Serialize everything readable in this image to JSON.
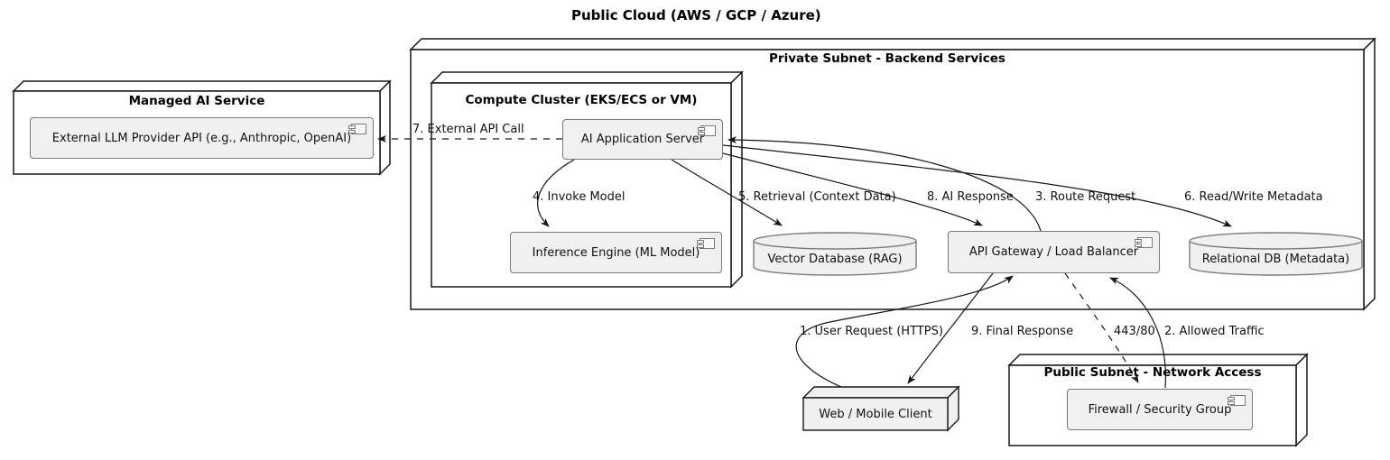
{
  "diagram": {
    "title": "Public Cloud (AWS / GCP / Azure)",
    "containers": {
      "private_subnet": {
        "title": "Private Subnet - Backend Services"
      },
      "managed_ai": {
        "title": "Managed AI Service"
      },
      "compute_cluster": {
        "title": "Compute Cluster (EKS/ECS or VM)"
      },
      "public_subnet": {
        "title": "Public Subnet - Network Access"
      }
    },
    "components": {
      "external_llm": {
        "label": "External LLM Provider API (e.g., Anthropic, OpenAI)"
      },
      "ai_app_server": {
        "label": "AI Application Server"
      },
      "inference_engine": {
        "label": "Inference Engine (ML Model)"
      },
      "api_gateway": {
        "label": "API Gateway / Load Balancer"
      },
      "firewall": {
        "label": "Firewall / Security Group"
      },
      "web_client": {
        "label": "Web / Mobile Client"
      }
    },
    "databases": {
      "vector_db": {
        "label": "Vector Database (RAG)"
      },
      "relational_db": {
        "label": "Relational DB (Metadata)"
      }
    },
    "edges": {
      "user_request": {
        "label": "1. User Request (HTTPS)"
      },
      "allowed_traffic": {
        "label": "2. Allowed Traffic"
      },
      "route_request": {
        "label": "3. Route Request"
      },
      "invoke_model": {
        "label": "4. Invoke Model"
      },
      "retrieval": {
        "label": "5. Retrieval (Context Data)"
      },
      "read_write_metadata": {
        "label": "6. Read/Write Metadata"
      },
      "external_api_call": {
        "label": "7. External API Call"
      },
      "ai_response": {
        "label": "8. AI Response"
      },
      "final_response": {
        "label": "9. Final Response"
      },
      "port": {
        "label": "443/80"
      }
    },
    "colors": {
      "background": "#ffffff",
      "node_border": "#181818",
      "node_fill": "#ffffff",
      "component_fill": "#f0f0f0",
      "component_border": "#7a7a7a",
      "edge_color": "#181818",
      "text_color": "#111111"
    }
  }
}
